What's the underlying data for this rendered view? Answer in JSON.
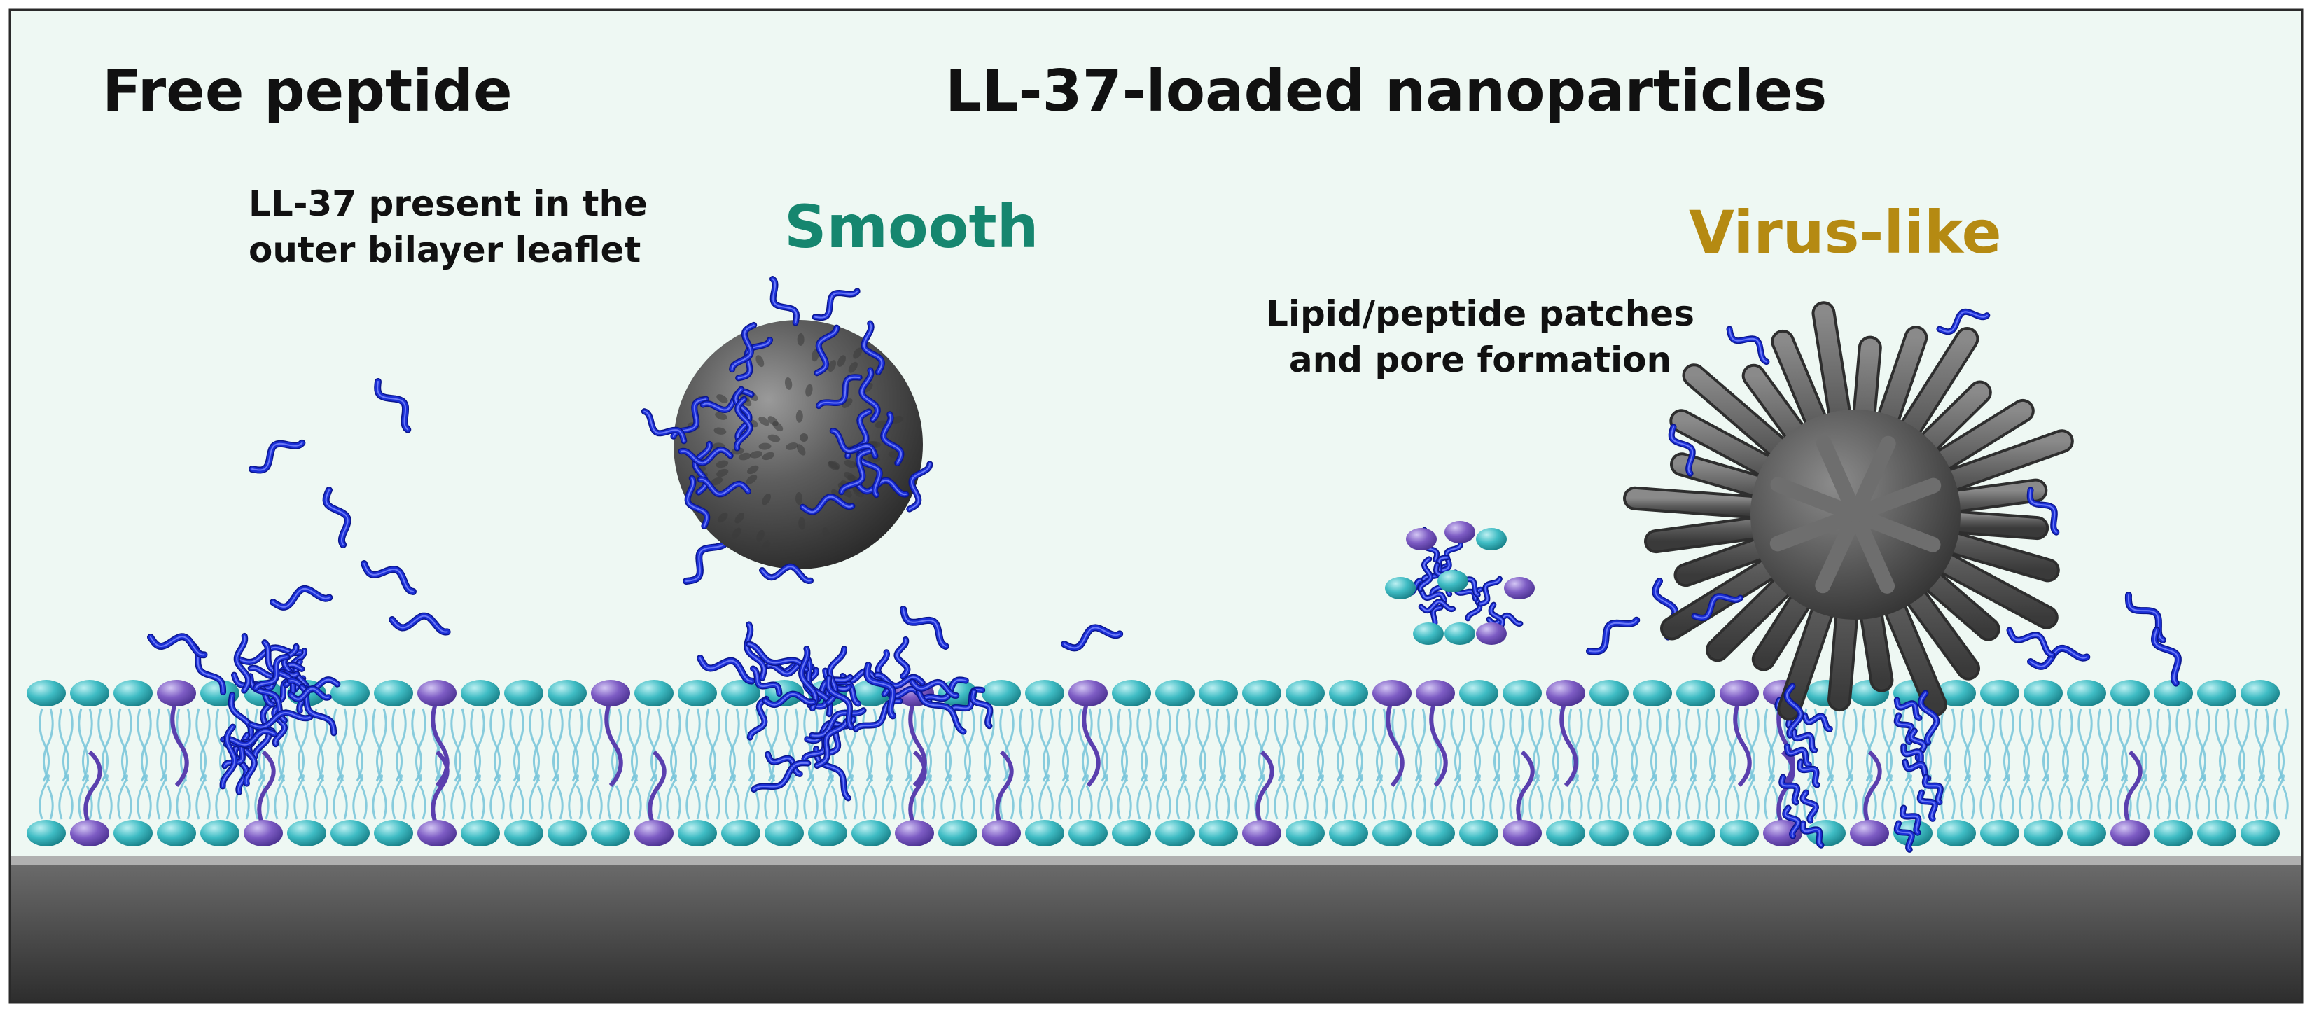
{
  "titles": {
    "free_peptide": "Free peptide",
    "loaded_nanoparticles": "LL-37-loaded nanoparticles"
  },
  "annotations": {
    "outer_leaflet": "LL-37 present in the\nouter bilayer leaflet",
    "patches": "Lipid/peptide patches\nand pore formation"
  },
  "particle_types": {
    "smooth": {
      "label": "Smooth",
      "color": "#16866f"
    },
    "virus_like": {
      "label": "Virus-like",
      "color": "#b58a12"
    }
  },
  "colors": {
    "background": "#eef8f3",
    "lipid_head_cyan": "#3fbcc4",
    "lipid_head_purple": "#7d5cc4",
    "lipid_tail": "#7cc6da",
    "peptide_blue": "#1b2fd6",
    "nanoparticle_gray": "#5a5a5a",
    "substrate_gray": "#4a4a4a"
  },
  "icons": [
    "lipid-bilayer",
    "ll37-peptide-helix",
    "smooth-nanoparticle",
    "virus-like-nanoparticle",
    "lipid-peptide-micelle",
    "solid-substrate"
  ]
}
